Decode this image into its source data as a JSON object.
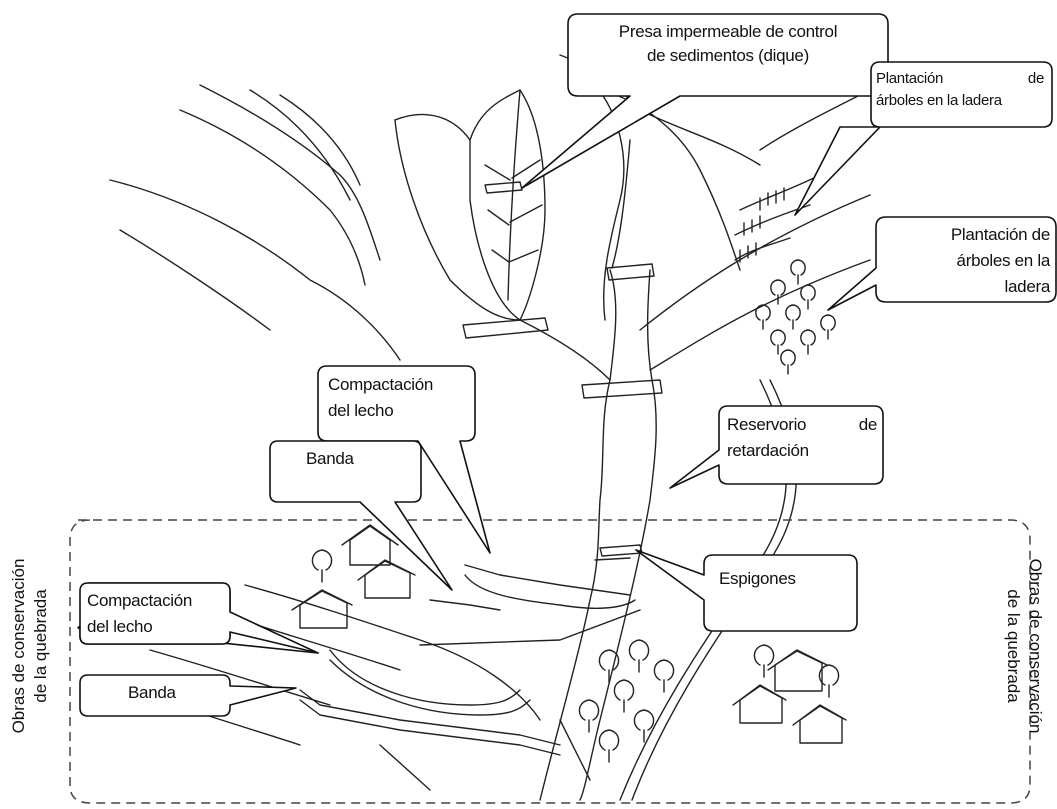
{
  "callouts": {
    "presa": {
      "line1": "Presa impermeable de control",
      "line2": "de sedimentos (dique)"
    },
    "plantacion_top": {
      "line1_word": "Plantación",
      "line1_end": "de",
      "line2": "árboles en la ladera"
    },
    "plantacion_right": {
      "line1": "Plantación de",
      "line2": "árboles en la",
      "line3": "ladera"
    },
    "compactacion_upper": {
      "line1": "Compactación",
      "line2": "del lecho"
    },
    "banda_upper": {
      "text": "Banda"
    },
    "reservorio": {
      "line1_word": "Reservorio",
      "line1_end": "de",
      "line2": "retardación"
    },
    "espigones": {
      "text": "Espigones"
    },
    "compactacion_lower": {
      "line1": "Compactación",
      "line2": "del lecho"
    },
    "banda_lower": {
      "text": "Banda"
    }
  },
  "zone_labels": {
    "left": {
      "line1": "Obras de conservación",
      "line2": "de la quebrada"
    },
    "right": {
      "line1": "Obras de conservación",
      "line2": "de la quebrada"
    }
  }
}
